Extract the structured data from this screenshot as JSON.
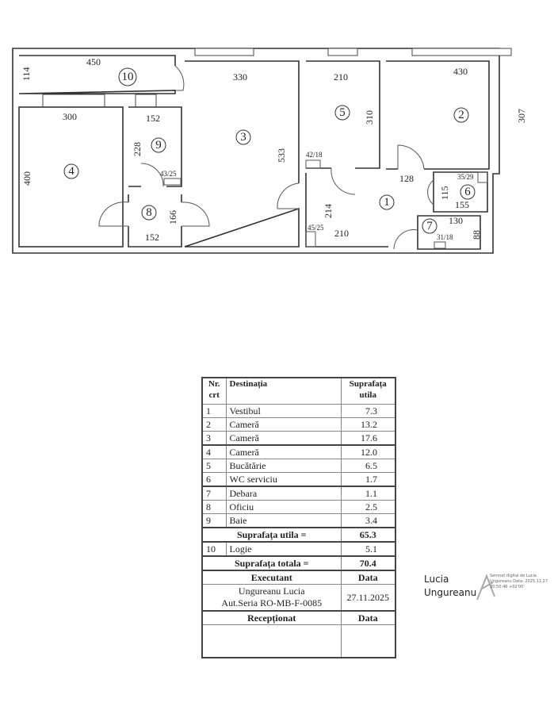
{
  "plan": {
    "rooms": {
      "r1": "1",
      "r2": "2",
      "r3": "3",
      "r4": "4",
      "r5": "5",
      "r6": "6",
      "r7": "7",
      "r8": "8",
      "r9": "9",
      "r10": "10"
    },
    "dims": {
      "d114": "114",
      "d450": "450",
      "d330": "330",
      "d533": "533",
      "d300": "300",
      "d400": "400",
      "d152a": "152",
      "d228": "228",
      "d4325": "43/25",
      "d166": "166",
      "d152b": "152",
      "d210a": "210",
      "d310": "310",
      "d430": "430",
      "d307": "307",
      "d4218": "42/18",
      "d128": "128",
      "d3529": "35/29",
      "d115": "115",
      "d155": "155",
      "d214": "214",
      "d4525": "45/25",
      "d210b": "210",
      "d130": "130",
      "d88": "88",
      "d3118": "31/18"
    }
  },
  "table": {
    "headers": {
      "nr": "Nr. crt",
      "dest": "Destinația",
      "supr": "Suprafața utila"
    },
    "rows": [
      {
        "nr": "1",
        "dest": "Vestibul",
        "supr": "7.3"
      },
      {
        "nr": "2",
        "dest": "Cameră",
        "supr": "13.2"
      },
      {
        "nr": "3",
        "dest": "Cameră",
        "supr": "17.6"
      },
      {
        "nr": "4",
        "dest": "Cameră",
        "supr": "12.0"
      },
      {
        "nr": "5",
        "dest": "Bucătărie",
        "supr": "6.5"
      },
      {
        "nr": "6",
        "dest": "WC serviciu",
        "supr": "1.7"
      },
      {
        "nr": "7",
        "dest": "Debara",
        "supr": "1.1"
      },
      {
        "nr": "8",
        "dest": "Oficiu",
        "supr": "2.5"
      },
      {
        "nr": "9",
        "dest": "Baie",
        "supr": "3.4"
      }
    ],
    "util_label": "Suprafața utila  =",
    "util_value": "65.3",
    "logie": {
      "nr": "10",
      "dest": "Logie",
      "supr": "5.1"
    },
    "total_label": "Suprafața totala  =",
    "total_value": "70.4",
    "executant_label": "Executant",
    "data_label": "Data",
    "executant_name": "Ungureanu  Lucia",
    "executant_auth": "Aut.Seria RO-MB-F-0085",
    "executant_date": "27.11.2025",
    "receptionat_label": "Recepționat",
    "data_label2": "Data"
  },
  "signature": {
    "name_line1": "Lucia",
    "name_line2": "Ungureanu",
    "details": "Semnat digital de Lucia Ungureanu Data: 2025.11.27 20:50:46 +02'00'"
  }
}
